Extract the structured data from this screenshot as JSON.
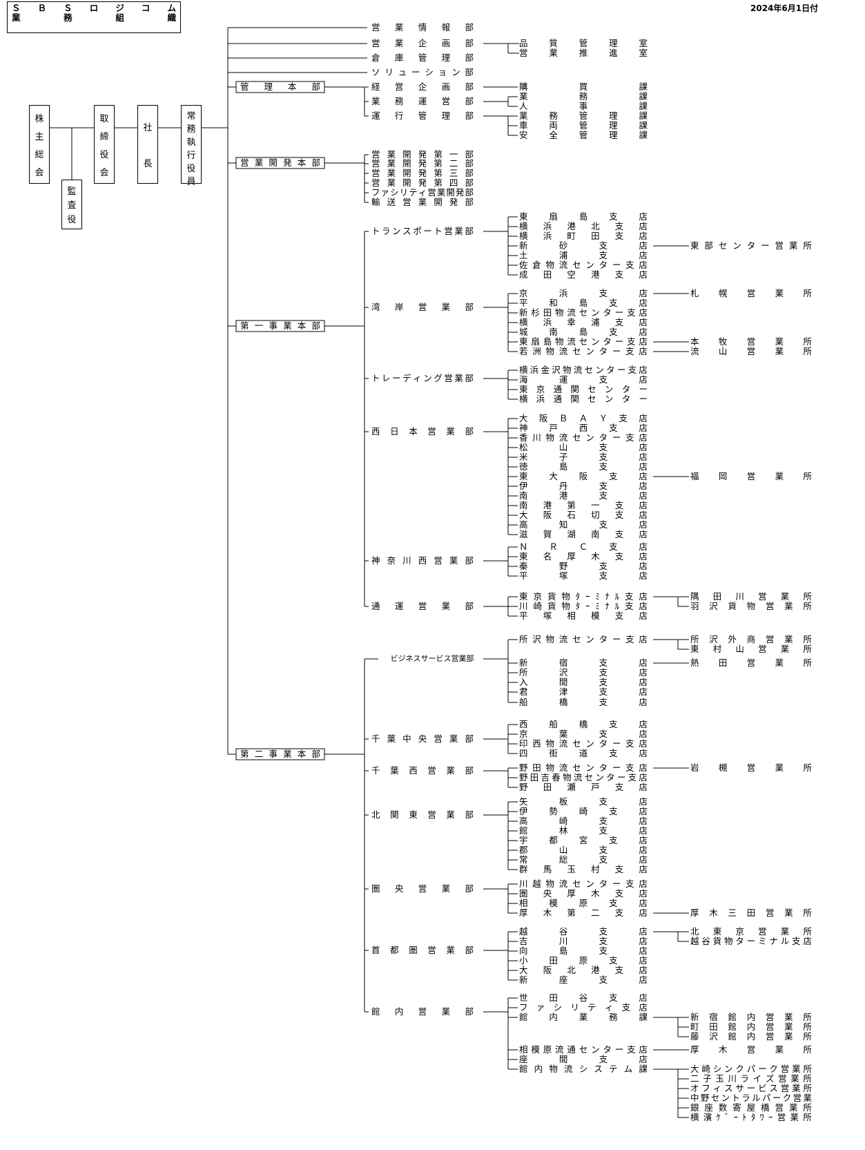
{
  "header": {
    "title_line1": "ＳＢＳロジコム",
    "title_line2": "業務組織",
    "date": "2024年6月1日付"
  },
  "top": {
    "shareholders": "株主総会",
    "auditor": "監査役",
    "board": "取締役会",
    "president": "社長",
    "executive": "常務執行役員"
  },
  "level1": [
    "営業情報部",
    "営業企画部",
    "倉庫管理部",
    "ソリューション部",
    "管理本部",
    "営業開発本部",
    "第一事業本部",
    "第二事業本部"
  ],
  "level2": [
    "品質管理室",
    "営業推進室",
    "経営企画部",
    "業務運営部",
    "運行管理部",
    "営業開発第一部",
    "営業開発第二部",
    "営業開発第三部",
    "営業開発第四部",
    "ファシリティ営業開発部",
    "輸送営業開発部",
    "トランスポート営業部",
    "湾岸営業部",
    "トレーディング営業部",
    "西日本営業部",
    "神奈川西営業部",
    "通運営業部",
    "ビジネスサービス営業部",
    "千葉中央営業部",
    "千葉西営業部",
    "北関東営業部",
    "圏央営業部",
    "首都圏営業部",
    "館内営業部"
  ],
  "level3": [
    "購買課",
    "業務課",
    "人事課",
    "業務管理課",
    "車両管理課",
    "安全管理課",
    "東扇島支店",
    "横浜港北支店",
    "横浜町田支店",
    "新砂支店",
    "土浦支店",
    "佐倉物流センター支店",
    "成田空港支店",
    "京浜支店",
    "平和島支店",
    "新杉田物流センター支店",
    "横浜幸浦支店",
    "城南島支店",
    "東扇島物流センター支店",
    "若洲物流センター支店",
    "横浜金沢物流センター支店",
    "海運支店",
    "東京通関センター",
    "横浜通関センター",
    "大阪ＢＡＹ支店",
    "神戸西支店",
    "香川物流センター支店",
    "松山支店",
    "米子支店",
    "徳島支店",
    "東大阪支店",
    "伊丹支店",
    "南港支店",
    "南港第一支店",
    "大阪石切支店",
    "高知支店",
    "滋賀湖南支店",
    "ＮＲＣ支店",
    "東名厚木支店",
    "秦野支店",
    "平塚支店",
    "東京貨物ﾀｰﾐﾅﾙ支店",
    "川崎貨物ﾀｰﾐﾅﾙ支店",
    "平塚相模支店",
    "所沢物流センター支店",
    "新宿支店",
    "所沢支店",
    "入間支店",
    "君津支店",
    "船橋支店",
    "西船橋支店",
    "京葉支店",
    "印西物流センター支店",
    "四街道支店",
    "野田物流センター支店",
    "野田吉春物流センター支店",
    "野田瀬戸支店",
    "矢板支店",
    "伊勢崎支店",
    "高崎支店",
    "館林支店",
    "宇都宮支店",
    "郡山支店",
    "常総支店",
    "群馬玉村支店",
    "川越物流センター支店",
    "圏央厚木支店",
    "相模原支店",
    "厚木第二支店",
    "越谷支店",
    "吉川支店",
    "向島支店",
    "小田原支店",
    "大阪北港支店",
    "新座支店",
    "世田谷支店",
    "ファシリティ支店",
    "館内業務課",
    "相模原流通センター支店",
    "座間支店",
    "館内物流システム課"
  ],
  "level4": [
    "東部センター営業所",
    "札幌営業所",
    "本牧営業所",
    "流山営業所",
    "福岡営業所",
    "隅田川営業所",
    "羽沢貨物営業所",
    "所沢外商営業所",
    "東村山営業所",
    "熱田営業所",
    "岩槻営業所",
    "厚木三田営業所",
    "北東京営業所",
    "越谷貨物ターミナル支店",
    "新宿館内営業所",
    "町田館内営業所",
    "藤沢館内営業所",
    "厚木営業所",
    "大崎シンクパーク営業所",
    "二子玉川ライズ営業所",
    "オフィスサービス営業所",
    "中野セントラルパーク営業",
    "銀座数寄屋橋営業所",
    "横濱ｹﾞｰﾄﾀﾜｰ営業所"
  ]
}
